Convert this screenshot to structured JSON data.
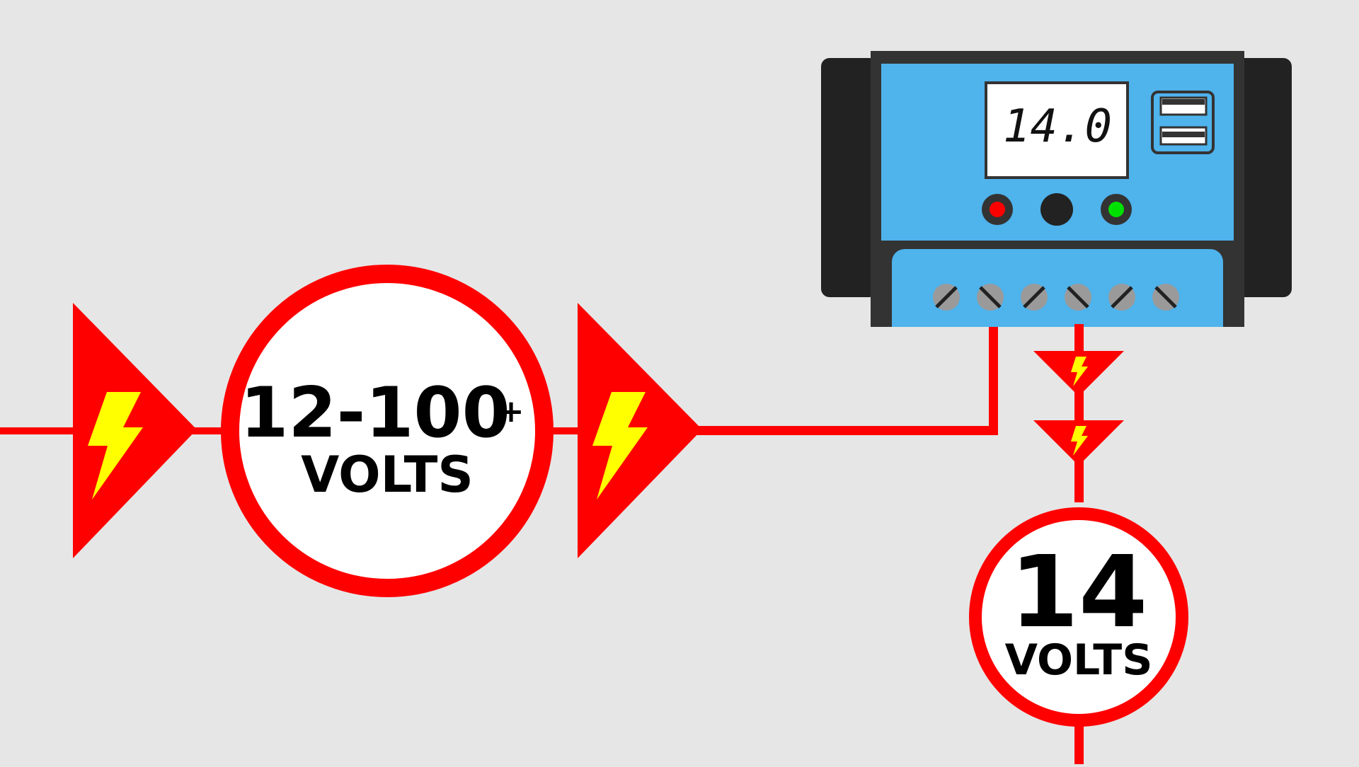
{
  "input_badge": {
    "value": "12-100",
    "superscript": "+",
    "unit": "VOLTS"
  },
  "output_badge": {
    "value": "14",
    "unit": "VOLTS"
  },
  "controller": {
    "display_reading": "14.0",
    "indicator_left_color": "#ff0000",
    "indicator_right_color": "#00e000",
    "terminal_count": 6,
    "usb_port_count": 2
  },
  "colors": {
    "wire": "#ff0000",
    "bolt": "#ffff00",
    "case": "#4fb3ec",
    "case_dark": "#222222",
    "background": "#e6e6e6"
  },
  "icons": [
    "lightning-bolt-icon",
    "lightning-bolt-icon",
    "lightning-bolt-icon",
    "lightning-bolt-icon"
  ]
}
